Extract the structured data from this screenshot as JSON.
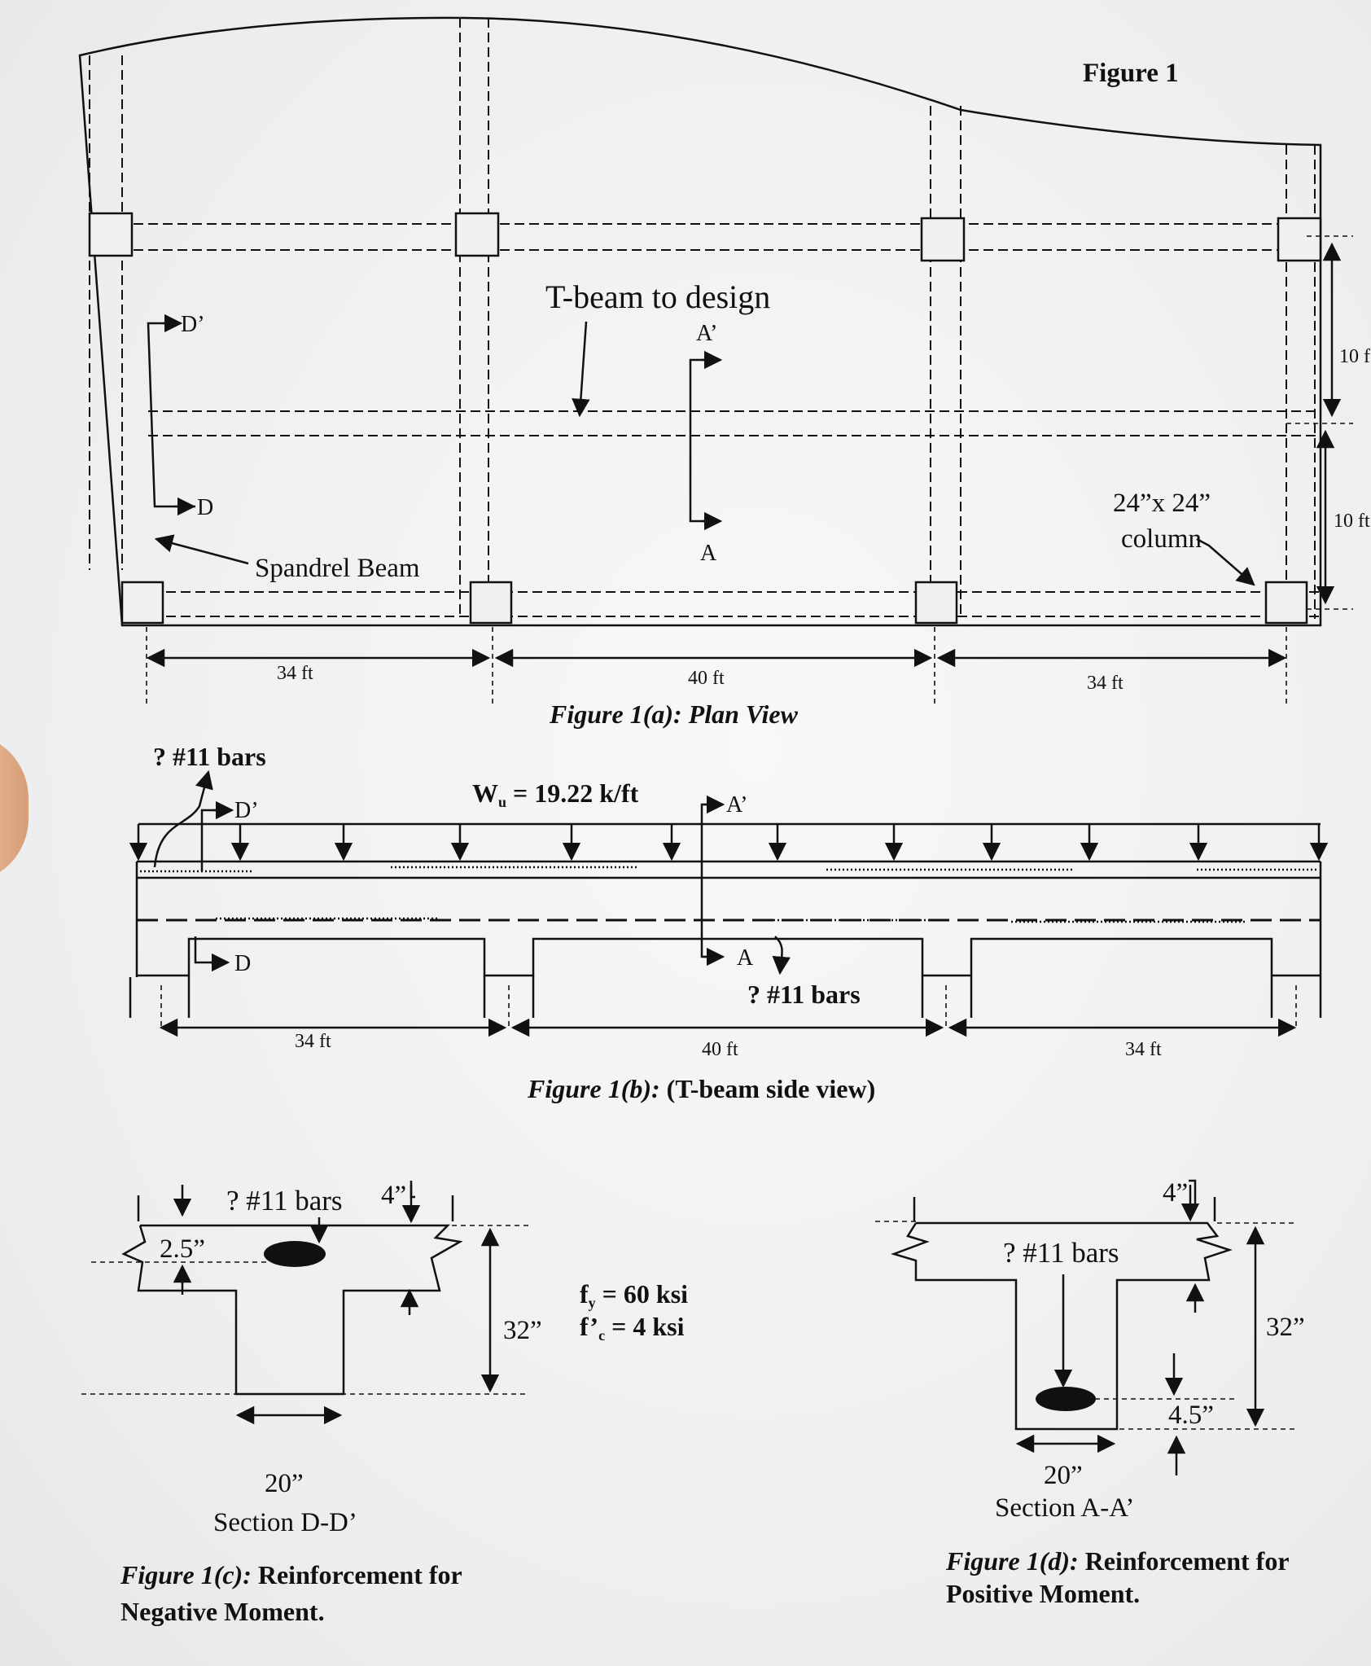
{
  "figure_title": "Figure 1",
  "plan": {
    "beam_label": "T-beam to design",
    "section_a_top": "A’",
    "section_a_bottom": "A",
    "section_d_top": "D’",
    "section_d_bottom": "D",
    "spandrel_label": "Spandrel Beam",
    "column_label_1": "24”x 24”",
    "column_label_2": "column",
    "dim_right_1": "10 f",
    "dim_right_2": "10 ft",
    "span_1": "34 ft",
    "span_2": "40 ft",
    "span_3": "34 ft",
    "caption_italic": "Figure 1(a): Plan View",
    "caption_regular": ""
  },
  "side": {
    "top_bars_label": "? #11 bars",
    "load_label": "W",
    "load_sub": "u",
    "load_value": " = 19.22 k/ft",
    "section_d_top": "D’",
    "section_d_bottom": "D",
    "section_a_top": "A’",
    "section_a_bottom": "A",
    "bottom_bars_label": "? #11 bars",
    "span_1": "34 ft",
    "span_2": "40 ft",
    "span_3": "34 ft",
    "caption_italic": "Figure 1(b):",
    "caption_regular": " (T-beam side view)"
  },
  "section_dd": {
    "bars_label": "? #11 bars",
    "flange_thickness": "4”",
    "cover": "2.5”",
    "depth": "32”",
    "web_width": "20”",
    "section_name": "Section D-D’",
    "caption_italic": "Figure 1(c):",
    "caption_regular": " Reinforcement for",
    "caption_line2": "Negative Moment."
  },
  "materials": {
    "fy_symbol": "f",
    "fy_sub": "y",
    "fy_value": " = 60  ksi",
    "fc_symbol": "f’",
    "fc_sub": "c",
    "fc_value": " = 4 ksi"
  },
  "section_aa": {
    "bars_label": "? #11 bars",
    "flange_thickness": "4”",
    "cover": "4.5”",
    "depth": "32”",
    "web_width": "20”",
    "section_name": "Section A-A’",
    "caption_italic": "Figure 1(d):",
    "caption_regular": " Reinforcement for",
    "caption_line2": "Positive Moment."
  }
}
